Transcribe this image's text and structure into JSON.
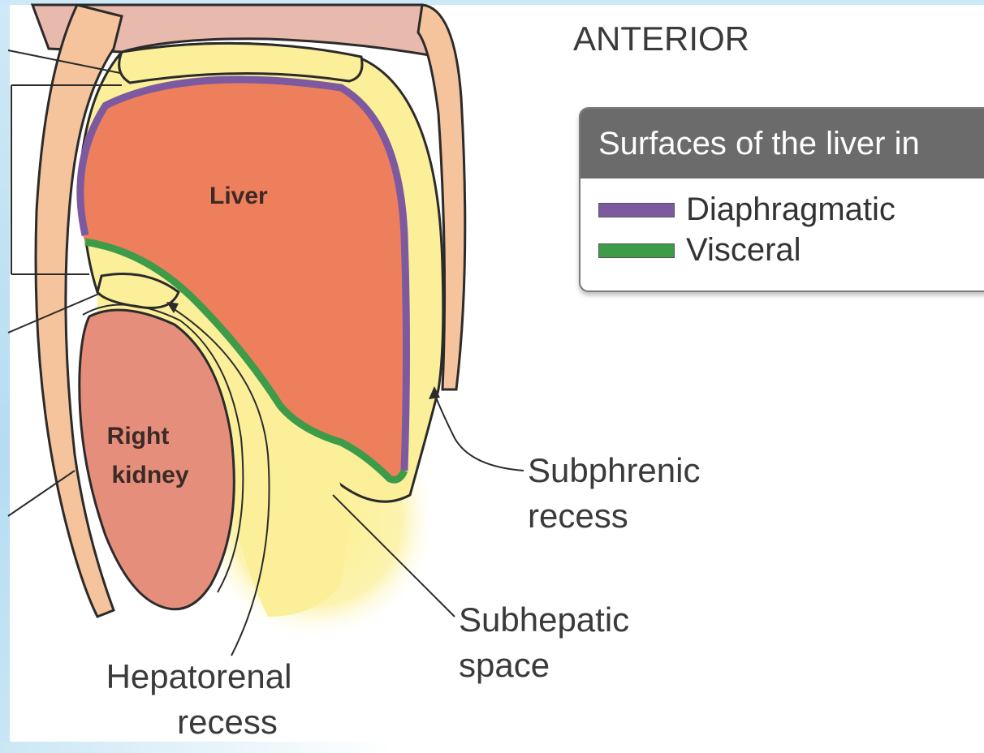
{
  "header": {
    "orientation": "ANTERIOR"
  },
  "organs": {
    "liver": "Liver",
    "kidney_line1": "Right",
    "kidney_line2": "kidney"
  },
  "legend": {
    "title": "Surfaces of the liver in",
    "items": [
      {
        "label": "Diaphragmatic",
        "color": "#7d5aa0"
      },
      {
        "label": "Visceral",
        "color": "#3e9b48"
      }
    ]
  },
  "annotations": {
    "subphrenic_line1": "Subphrenic",
    "subphrenic_line2": "recess",
    "subhepatic_line1": "Subhepatic",
    "subhepatic_line2": "space",
    "hepatorenal_line1": "Hepatorenal",
    "hepatorenal_line2": "recess"
  },
  "colors": {
    "liver": "#ee7f5c",
    "kidney": "#e58e7c",
    "peritoneal_space": "#fbef9a",
    "body_wall": "#f5c49c"
  }
}
